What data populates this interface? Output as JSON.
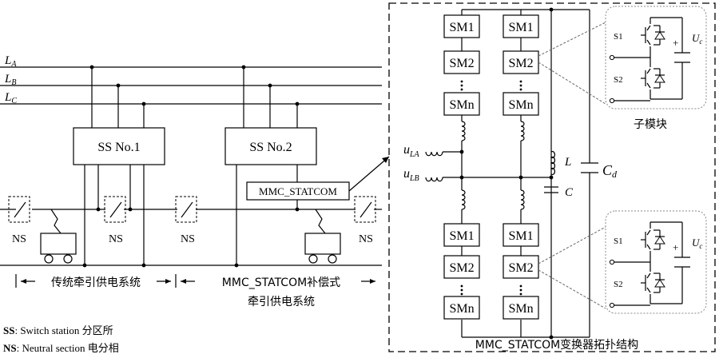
{
  "lines": {
    "la": "L",
    "la_sub": "A",
    "lb": "L",
    "lb_sub": "B",
    "lc": "L",
    "lc_sub": "C"
  },
  "substations": [
    "SS No.1",
    "SS No.2"
  ],
  "statcom_label": "MMC_STATCOM",
  "ns_label": "NS",
  "sections": {
    "traditional": "传统牵引供电系统",
    "mmc_line1": "MMC_STATCOM补偿式",
    "mmc_line2": "牵引供电系统"
  },
  "legend": {
    "ss_abbr": "SS",
    "ss_text": ":  Switch station 分区所",
    "ns_abbr": "NS",
    "ns_text": ": Neutral section 电分相"
  },
  "converter": {
    "sm_labels": [
      "SM1",
      "SM2",
      "SMn"
    ],
    "input_u": "u",
    "input_la_sub": "LA",
    "input_lb_sub": "LB",
    "inductor_label": "L",
    "capacitor_label": "C",
    "dc_cap_label": "C",
    "dc_cap_sub": "d",
    "caption": "MMC_STATCOM变换器拓扑结构"
  },
  "submodule": {
    "title": "子模块",
    "s1": "S1",
    "s2": "S2",
    "uc": "U",
    "uc_sub": "c",
    "plus": "+"
  }
}
